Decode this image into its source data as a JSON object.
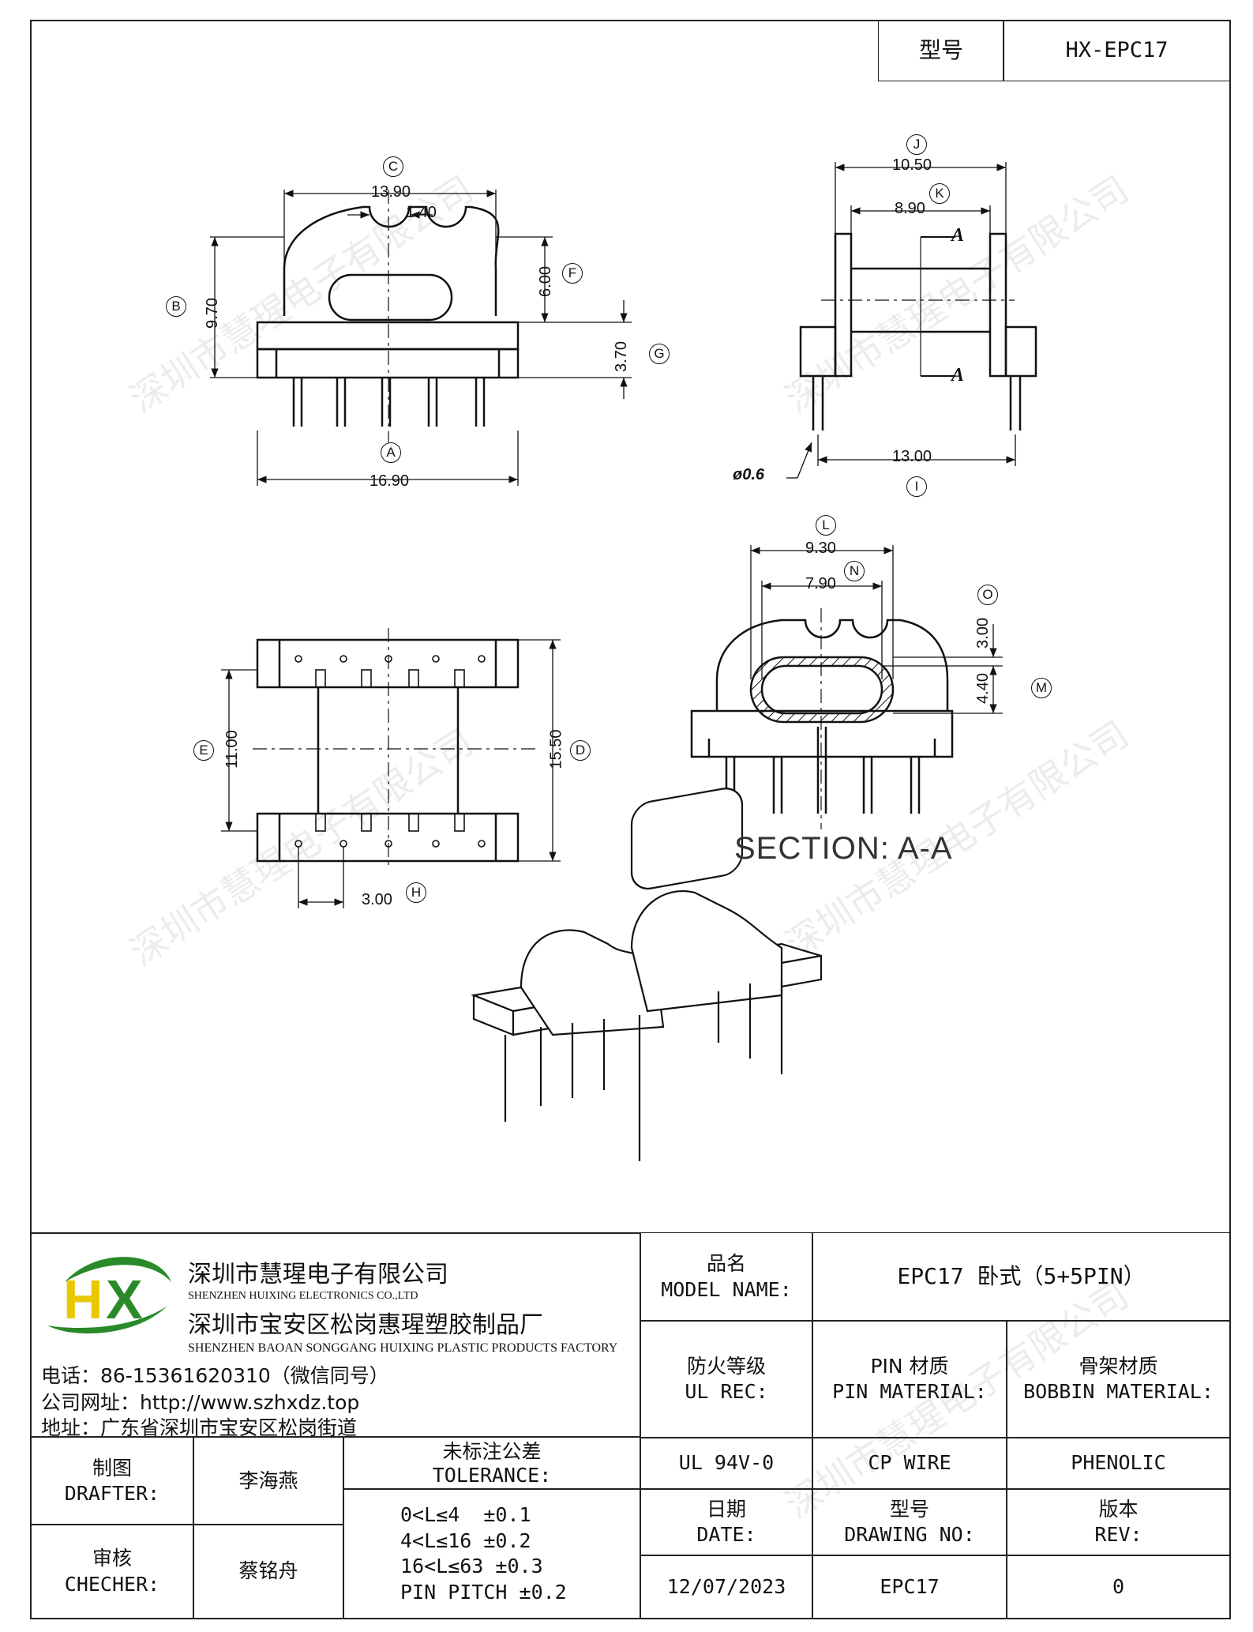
{
  "model_box": {
    "label": "型号",
    "value": "HX-EPC17"
  },
  "drawing": {
    "dims": {
      "C": "13.90",
      "slot": "1.40",
      "B": "9.70",
      "F": "6.00",
      "G": "3.70",
      "A": "16.90",
      "J": "10.50",
      "K": "8.90",
      "I": "13.00",
      "pin_dia": "ø0.6",
      "L": "9.30",
      "N": "7.90",
      "O": "3.00",
      "M": "4.40",
      "E": "11.00",
      "D": "15.50",
      "H": "3.00"
    },
    "letters": {
      "C": "C",
      "B": "B",
      "F": "F",
      "G": "G",
      "A": "A",
      "J": "J",
      "K": "K",
      "I": "I",
      "L": "L",
      "N": "N",
      "O": "O",
      "M": "M",
      "E": "E",
      "D": "D",
      "H": "H"
    },
    "section_marker": "A",
    "section_title": "SECTION: A-A",
    "watermark": "深圳市慧瑆电子有限公司"
  },
  "company": {
    "logo_text": "HX",
    "name1": "深圳市慧瑆电子有限公司",
    "name1_en": "SHENZHEN HUIXING ELECTRONICS CO.,LTD",
    "name2": "深圳市宝安区松岗惠瑆塑胶制品厂",
    "name2_en": "SHENZHEN BAOAN SONGGANG HUIXING PLASTIC PRODUCTS FACTORY",
    "phone": "电话：86-15361620310（微信同号）",
    "website": "公司网址：http://www.szhxdz.top",
    "address": "地址：广东省深圳市宝安区松岗街道"
  },
  "title_block": {
    "model_name_cn": "品名",
    "model_name_en": "MODEL NAME:",
    "model_name_value": "EPC17 卧式（5+5PIN）",
    "ul_cn": "防火等级",
    "ul_en": "UL REC:",
    "pin_cn": "PIN 材质",
    "pin_en": "PIN MATERIAL:",
    "bobbin_cn": "骨架材质",
    "bobbin_en": "BOBBIN MATERIAL:",
    "ul_value": "UL 94V-0",
    "pin_value": "CP WIRE",
    "bobbin_value": "PHENOLIC",
    "drafter_cn": "制图",
    "drafter_en": "DRAFTER:",
    "drafter_name": "李海燕",
    "checker_cn": "审核",
    "checker_en": "CHECHER:",
    "checker_name": "蔡铭舟",
    "tol_cn": "未标注公差",
    "tol_en": "TOLERANCE:",
    "tol_lines": [
      "0<L≤4  ±0.1",
      "4<L≤16 ±0.2",
      "16<L≤63 ±0.3",
      "PIN PITCH ±0.2"
    ],
    "date_cn": "日期",
    "date_en": "DATE:",
    "date_value": "12/07/2023",
    "dwg_cn": "型号",
    "dwg_en": "DRAWING NO:",
    "dwg_value": "EPC17",
    "rev_cn": "版本",
    "rev_en": "REV:",
    "rev_value": "0"
  }
}
